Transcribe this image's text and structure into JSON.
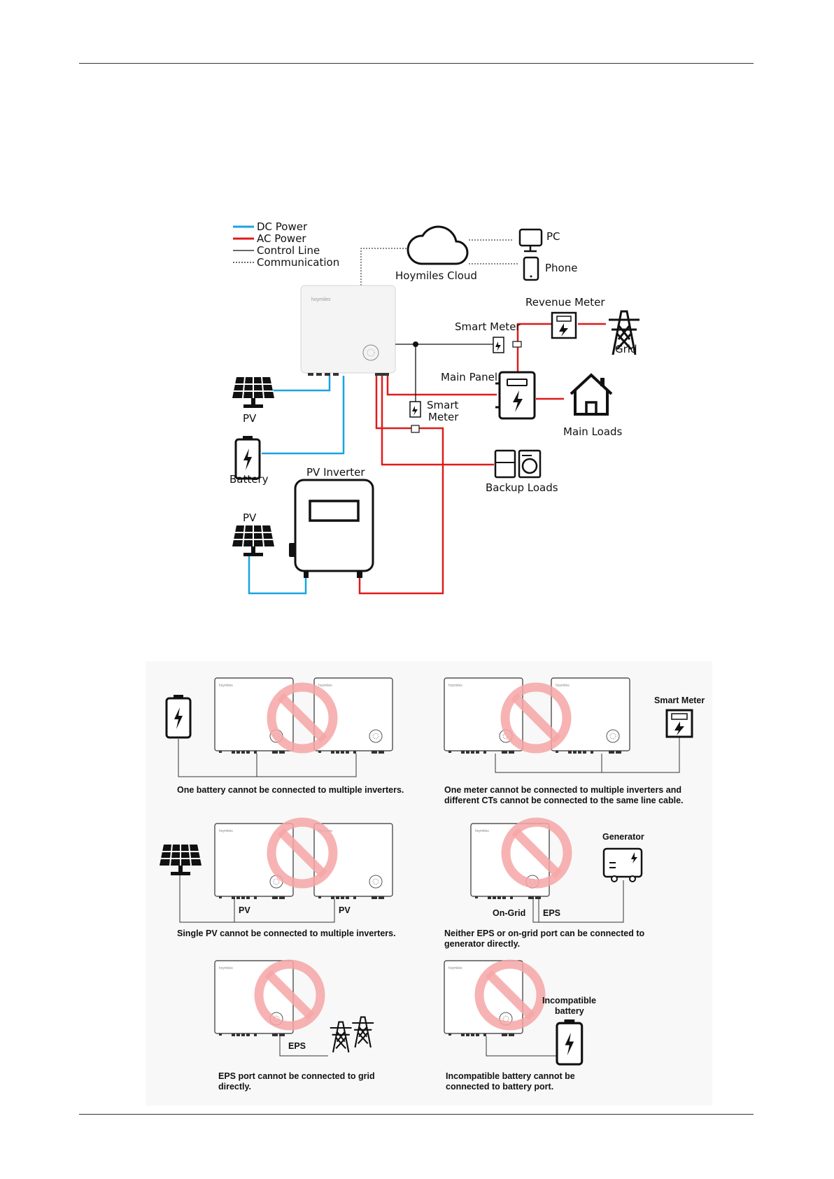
{
  "legend": {
    "dc_power": "DC Power",
    "ac_power": "AC Power",
    "control_line": "Control Line",
    "communication": "Communication"
  },
  "colors": {
    "dc": "#1aa3e0",
    "ac": "#e01b1b",
    "prohibit": "#f5a3a3",
    "panel_bg": "#f7f7f7"
  },
  "system_diagram": {
    "cloud": "Hoymiles Cloud",
    "pc": "PC",
    "phone": "Phone",
    "revenue_meter": "Revenue Meter",
    "grid": "Grid",
    "smart_meter_1": "Smart Meter",
    "main_panel": "Main Panel",
    "main_loads": "Main Loads",
    "smart_meter_2_line1": "Smart",
    "smart_meter_2_line2": "Meter",
    "pv_1": "PV",
    "battery": "Battery",
    "pv_inverter": "PV Inverter",
    "pv_2": "PV",
    "backup_loads": "Backup Loads",
    "brand": "hoymiles"
  },
  "prohibited": {
    "p1": {
      "caption": "One battery cannot be connected to multiple inverters."
    },
    "p2": {
      "label": "Smart Meter",
      "caption_line1": "One meter cannot be connected to multiple inverters and",
      "caption_line2": "different CTs cannot be connected to the same line cable."
    },
    "p3": {
      "pv_a": "PV",
      "pv_b": "PV",
      "caption": "Single PV cannot be connected to multiple inverters."
    },
    "p4": {
      "label": "Generator",
      "on_grid": "On-Grid",
      "eps": "EPS",
      "caption_line1": "Neither EPS or on-grid port can be connected to",
      "caption_line2": "generator directly."
    },
    "p5": {
      "eps": "EPS",
      "caption_line1": "EPS port cannot be connected to grid",
      "caption_line2": "directly."
    },
    "p6": {
      "label_line1": "Incompatible",
      "label_line2": "battery",
      "caption_line1": "Incompatible battery cannot be",
      "caption_line2": "connected to battery port."
    }
  }
}
